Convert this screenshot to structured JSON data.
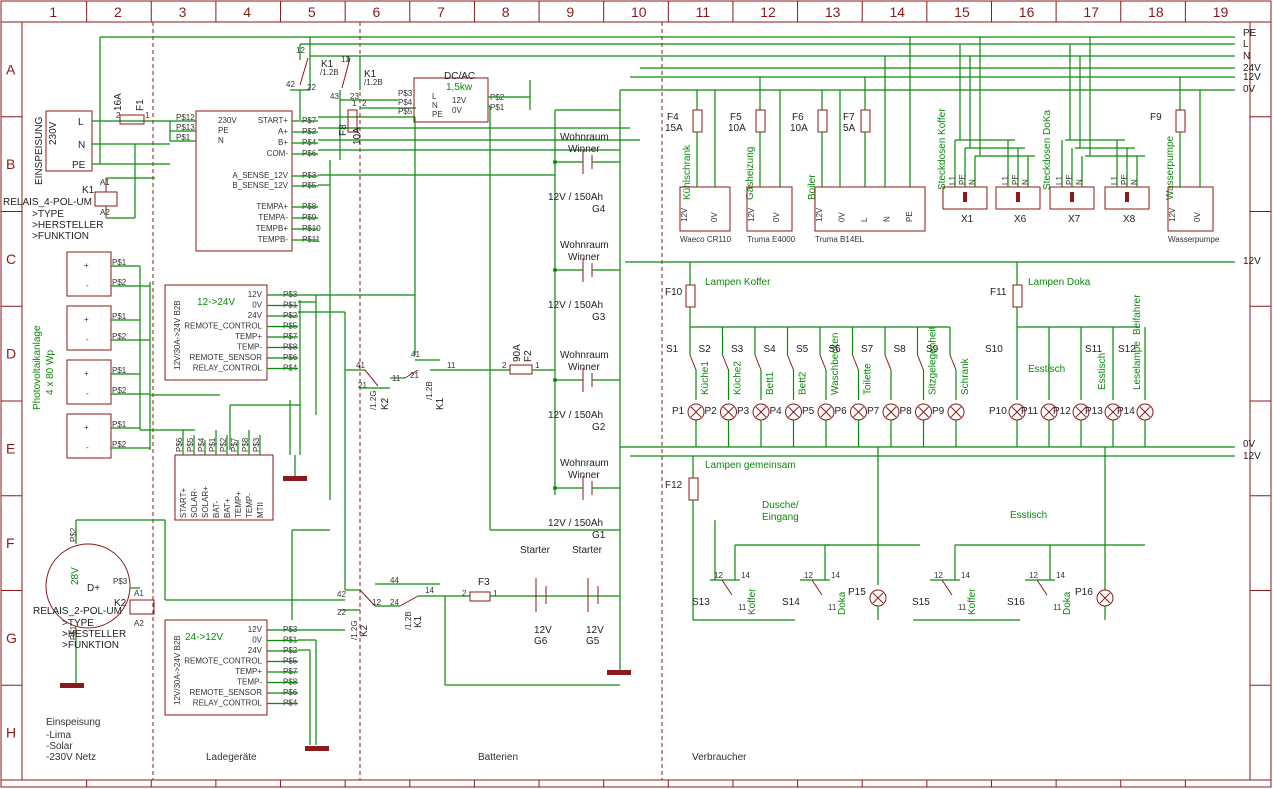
{
  "grid": {
    "columns": [
      "1",
      "2",
      "3",
      "4",
      "5",
      "6",
      "7",
      "8",
      "9",
      "10",
      "11",
      "12",
      "13",
      "14",
      "15",
      "16",
      "17",
      "18",
      "19"
    ],
    "rows": [
      "A",
      "B",
      "C",
      "D",
      "E",
      "F",
      "G",
      "H"
    ]
  },
  "rails": {
    "pe": "PE",
    "l": "L",
    "n": "N",
    "v24": "24V",
    "v12": "12V",
    "v0": "0V",
    "v12_mid": "12V",
    "v0_low": "0V",
    "v12_low": "12V"
  },
  "einspeisung": {
    "label": "EINSPEISUNG",
    "voltage": "230V",
    "pin_l": "L",
    "pin_n": "N",
    "pin_pe": "PE"
  },
  "fuse_f1": {
    "name": "F1",
    "value": "16A"
  },
  "relay_k1": {
    "name": "K1",
    "type_line": "RELAIS_4-POL-UM",
    "type": ">TYPE",
    "maker": ">HERSTELLER",
    "func": ">FUNKTION",
    "a1": "A1",
    "a2": "A2"
  },
  "relay_k2": {
    "name": "K2",
    "type_line": "RELAIS_2-POL-UM",
    "type": ">TYPE",
    "maker": ">HESTELLER",
    "func": ">FUNKTION",
    "a1": "A1",
    "a2": "A2"
  },
  "charger_main": {
    "left_pins": [
      "P$12",
      "P$13",
      "P$1"
    ],
    "left_labels": [
      "230V",
      "PE",
      "N"
    ],
    "right_labels": [
      "START+",
      "A+",
      "B+",
      "COM-",
      "A_SENSE_12V",
      "B_SENSE_12V",
      "TEMPA+",
      "TEMPA-",
      "TEMPB+",
      "TEMPB-"
    ],
    "right_pins": [
      "P$7",
      "P$2",
      "P$4",
      "P$6",
      "P$3",
      "P$5",
      "P$8",
      "P$9",
      "P$10",
      "P$11"
    ]
  },
  "dcac": {
    "title": "DC/AC",
    "power": "1,5kw",
    "in_labels": [
      "L",
      "N",
      "PE"
    ],
    "out_labels": [
      "12V",
      "0V"
    ],
    "in_pins": [
      "P$3",
      "P$4",
      "P$5"
    ],
    "out_pins": [
      "P$2",
      "P$1"
    ]
  },
  "contacts_top": {
    "k1_a": "K1",
    "k1_a_ref": "/1.2B",
    "k1_b": "K1",
    "k1_b_ref": "/1.2B",
    "nums": [
      "12",
      "22",
      "42",
      "13",
      "43",
      "23",
      "2",
      "1"
    ],
    "f8": "F8",
    "f8_val": "10A"
  },
  "solar": {
    "label": "Photovoltaikanlage",
    "spec": "4 x 80 Wp",
    "pins": [
      "P$1",
      "P$2"
    ],
    "plus": "+",
    "minus": "-"
  },
  "dcdc_top": {
    "title": "12->24V",
    "side": "12V/30A->24V B2B",
    "labels": [
      "12V",
      "0V",
      "24V",
      "REMOTE_CONTROL",
      "TEMP+",
      "TEMP-",
      "REMOTE_SENSOR",
      "RELAY_CONTROL"
    ],
    "pins": [
      "P$3",
      "P$1",
      "P$2",
      "P$5",
      "P$7",
      "P$8",
      "P$6",
      "P$4"
    ]
  },
  "dcdc_bottom": {
    "title": "24->12V",
    "side": "12V/30A->24V B2B",
    "labels": [
      "12V",
      "0V",
      "24V",
      "REMOTE_CONTROL",
      "TEMP+",
      "TEMP-",
      "REMOTE_SENSOR",
      "RELAY_CONTROL"
    ],
    "pins": [
      "P$3",
      "P$1",
      "P$2",
      "P$5",
      "P$7",
      "P$8",
      "P$6",
      "P$4"
    ]
  },
  "mppt": {
    "pins": [
      "P$6",
      "P$5",
      "P$4",
      "P$1",
      "P$2",
      "P$7",
      "P$8",
      "P$3"
    ],
    "labels": [
      "START+",
      "SOLAR-",
      "SOLAR+",
      "BAT-",
      "BAT+",
      "TEMP+",
      "TEMP-",
      "MTII"
    ]
  },
  "alternator": {
    "voltage": "28V",
    "dplus": "D+",
    "pins": [
      "P$2",
      "P$3",
      "P$1"
    ]
  },
  "k_contacts_mid": {
    "k2": "K2",
    "k2_ref": "/1.2G",
    "k1": "K1",
    "k1_ref": "/1.2B",
    "nums": [
      "41",
      "21",
      "11",
      "11",
      "21",
      "41"
    ]
  },
  "k_contacts_low": {
    "k2": "K2",
    "k2_ref": "/1.2G",
    "k1": "K1",
    "k1_ref": "/1.2B",
    "nums": [
      "42",
      "22",
      "12",
      "24",
      "44",
      "14"
    ]
  },
  "fuse_f2": {
    "name": "F2",
    "value": "90A",
    "pins": [
      "2",
      "1"
    ]
  },
  "fuse_f3": {
    "name": "F3",
    "pins": [
      "2",
      "1"
    ]
  },
  "batteries": [
    {
      "role": "Wohnraum",
      "brand": "Winner",
      "spec": "12V / 150Ah",
      "name": "G4"
    },
    {
      "role": "Wohnraum",
      "brand": "Winner",
      "spec": "12V / 150Ah",
      "name": "G3"
    },
    {
      "role": "Wohnraum",
      "brand": "Winner",
      "spec": "12V / 150Ah",
      "name": "G2"
    },
    {
      "role": "Wohnraum",
      "brand": "Winner",
      "spec": "12V / 150Ah",
      "name": "G1"
    }
  ],
  "starters": [
    {
      "role": "Starter",
      "spec": "12V",
      "name": "G6"
    },
    {
      "role": "Starter",
      "spec": "12V",
      "name": "G5"
    }
  ],
  "consumers": [
    {
      "fuse": "F4",
      "val": "15A",
      "label": "Kühlschrank",
      "pins": [
        "12V",
        "0V"
      ],
      "name": "Waeco CR110"
    },
    {
      "fuse": "F5",
      "val": "10A",
      "label": "Gasheizung",
      "pins": [
        "12V",
        "0V"
      ],
      "name": "Truma E4000"
    },
    {
      "fuse": "F6",
      "val": "10A",
      "label": "Boiler",
      "fuse2": "F7",
      "val2": "5A",
      "pins": [
        "12V",
        "0V",
        "L",
        "N",
        "PE"
      ],
      "name": "Truma B14EL"
    },
    {
      "fuse": "F9",
      "val": "",
      "label": "Wasserpumpe",
      "pins": [
        "12V",
        "0V"
      ],
      "name": "Wasserpumpe"
    }
  ],
  "sockets": {
    "koffer": "Steckdosen Koffer",
    "doka": "Steckdosen DoKa",
    "names": [
      "X1",
      "X6",
      "X7",
      "X8"
    ],
    "pins": [
      "L1",
      "PE",
      "N"
    ]
  },
  "lamps_koffer": {
    "fuse": "F10",
    "title": "Lampen Koffer",
    "switches": [
      "S1",
      "S2",
      "S3",
      "S4",
      "S5",
      "S6",
      "S7",
      "S8",
      "S9"
    ],
    "labels": [
      "Küche1",
      "Küche2",
      "Bett1",
      "Bett2",
      "Waschbecken",
      "Toilette",
      "",
      "Sitzgelegenheit",
      "Schrank"
    ],
    "lamps": [
      "P1",
      "P2",
      "P3",
      "P4",
      "P5",
      "P6",
      "P7",
      "P8",
      "P9"
    ]
  },
  "lamps_doka": {
    "fuse": "F11",
    "title": "Lampen Doka",
    "switches": [
      "S10",
      "S11",
      "S12"
    ],
    "labels": [
      "Esstisch",
      "Esstisch",
      "Beifahrer",
      "Leselampe"
    ],
    "lamps": [
      "P10",
      "P11",
      "P12",
      "P13",
      "P14"
    ]
  },
  "lamps_shared": {
    "fuse": "F12",
    "title": "Lampen gemeinsam",
    "group1": "Dusche/",
    "group1b": "Eingang",
    "group2": "Esstisch",
    "switches": [
      "S13",
      "S14",
      "S15",
      "S16"
    ],
    "side": [
      "Koffer",
      "Doka",
      "Koffer",
      "Doka"
    ],
    "lamps": [
      "P15",
      "P16"
    ],
    "nums": [
      "12",
      "14",
      "11"
    ]
  },
  "sections": {
    "feed": "Einspeisung",
    "feed_items": [
      "-Lima",
      "-Solar",
      "-230V Netz"
    ],
    "chargers": "Ladegeräte",
    "batteries": "Batterien",
    "consumers": "Verbraucher"
  }
}
